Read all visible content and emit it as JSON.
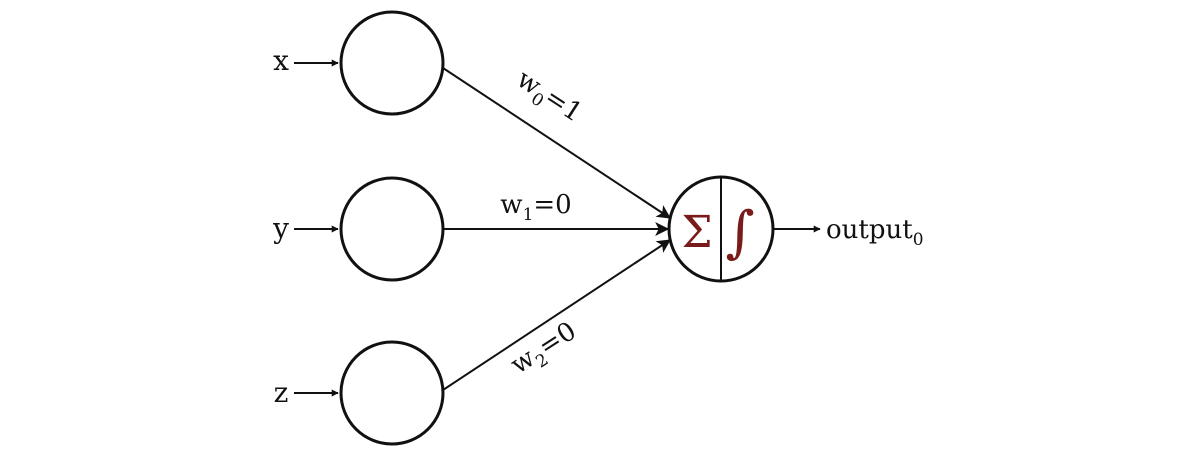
{
  "colors": {
    "stroke": "#111111",
    "accent": "#7a1a1a",
    "background": "#ffffff"
  },
  "inputs": [
    {
      "label": "x"
    },
    {
      "label": "y"
    },
    {
      "label": "z"
    }
  ],
  "weights": [
    {
      "base": "w",
      "sub": "0",
      "value": "=1"
    },
    {
      "base": "w",
      "sub": "1",
      "value": "=0"
    },
    {
      "base": "w",
      "sub": "2",
      "value": "=0"
    }
  ],
  "neuron": {
    "sum_symbol": "Σ",
    "activation_symbol": "∫"
  },
  "output": {
    "base": "output",
    "sub": "0"
  }
}
